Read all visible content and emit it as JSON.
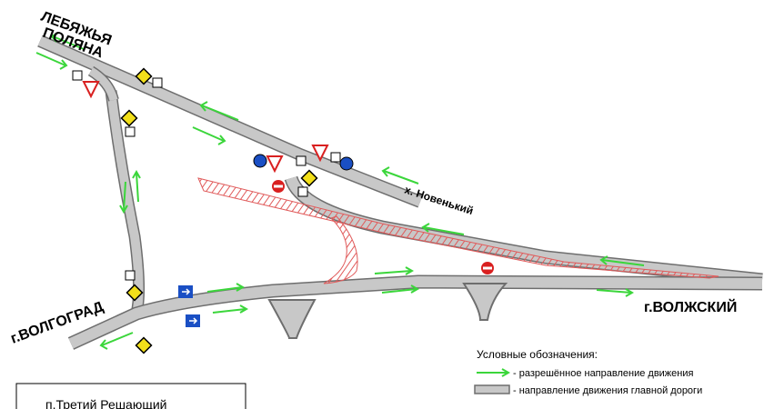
{
  "places": {
    "lebyazhya_line1": "ЛЕБЯЖЬЯ",
    "lebyazhya_line2": "ПОЛЯНА",
    "novenky": "х. Новенький",
    "volgograd": "г.ВОЛГОГРАД",
    "volzhsky": "г.ВОЛЖСКИЙ"
  },
  "legend": {
    "title": "Условные обозначения:",
    "allowed_direction": "- разрешённое направление движения",
    "main_road_direction": "- направление движения главной дороги"
  },
  "bottom_box": {
    "text": "п.Третий Решающий"
  },
  "colors": {
    "road": "#c8c8c8",
    "road_edge": "#6e6e6e",
    "arrow": "#3bd63b",
    "hatch": "#e05a5a",
    "sign_blue": "#1a4fc4",
    "sign_red": "#d92020",
    "sign_yellow": "#f2df1a"
  }
}
